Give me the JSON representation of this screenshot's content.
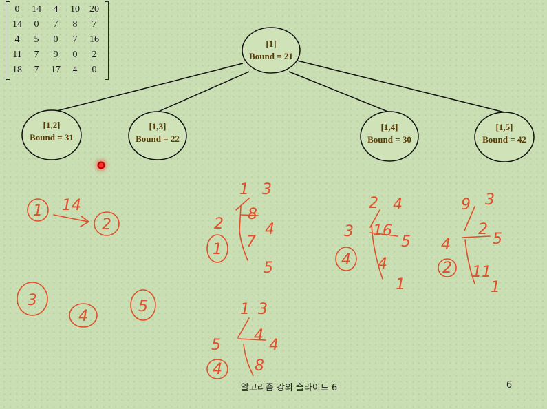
{
  "matrix": [
    [
      "0",
      "14",
      "4",
      "10",
      "20"
    ],
    [
      "14",
      "0",
      "7",
      "8",
      "7"
    ],
    [
      "4",
      "5",
      "0",
      "7",
      "16"
    ],
    [
      "11",
      "7",
      "9",
      "0",
      "2"
    ],
    [
      "18",
      "7",
      "17",
      "4",
      "0"
    ]
  ],
  "tree": {
    "root": {
      "path": "[1]",
      "bound": "Bound = 21"
    },
    "children": [
      {
        "path": "[1,2]",
        "bound": "Bound = 31"
      },
      {
        "path": "[1,3]",
        "bound": "Bound = 22"
      },
      {
        "path": "[1,4]",
        "bound": "Bound = 30"
      },
      {
        "path": "[1,5]",
        "bound": "Bound = 42"
      }
    ]
  },
  "annotations": {
    "edge_weight": "14",
    "circled": [
      "1",
      "2",
      "3",
      "4",
      "5",
      "1",
      "4",
      "2",
      "4"
    ],
    "sketch_a": {
      "left": "2",
      "top": [
        "1",
        "3"
      ],
      "mid": [
        "8",
        "4"
      ],
      "low": [
        "7",
        "5"
      ]
    },
    "sketch_b": {
      "left": "3",
      "top": [
        "2",
        "4"
      ],
      "mid": [
        "16",
        "5"
      ],
      "low": [
        "4",
        "1"
      ]
    },
    "sketch_c": {
      "left": "4",
      "top": [
        "9",
        "3"
      ],
      "mid": [
        "2",
        "5"
      ],
      "low": [
        "11",
        "1"
      ]
    },
    "sketch_d": {
      "left": "5",
      "top": [
        "1",
        "3"
      ],
      "mid": [
        "4",
        "4"
      ],
      "low": [
        "8"
      ]
    }
  },
  "footer": {
    "title": "알고리즘 강의 슬라이드 6",
    "page": "6"
  },
  "colors": {
    "background": "#c9deb2",
    "ink": "#e0502a",
    "node_text": "#5a3b05"
  }
}
